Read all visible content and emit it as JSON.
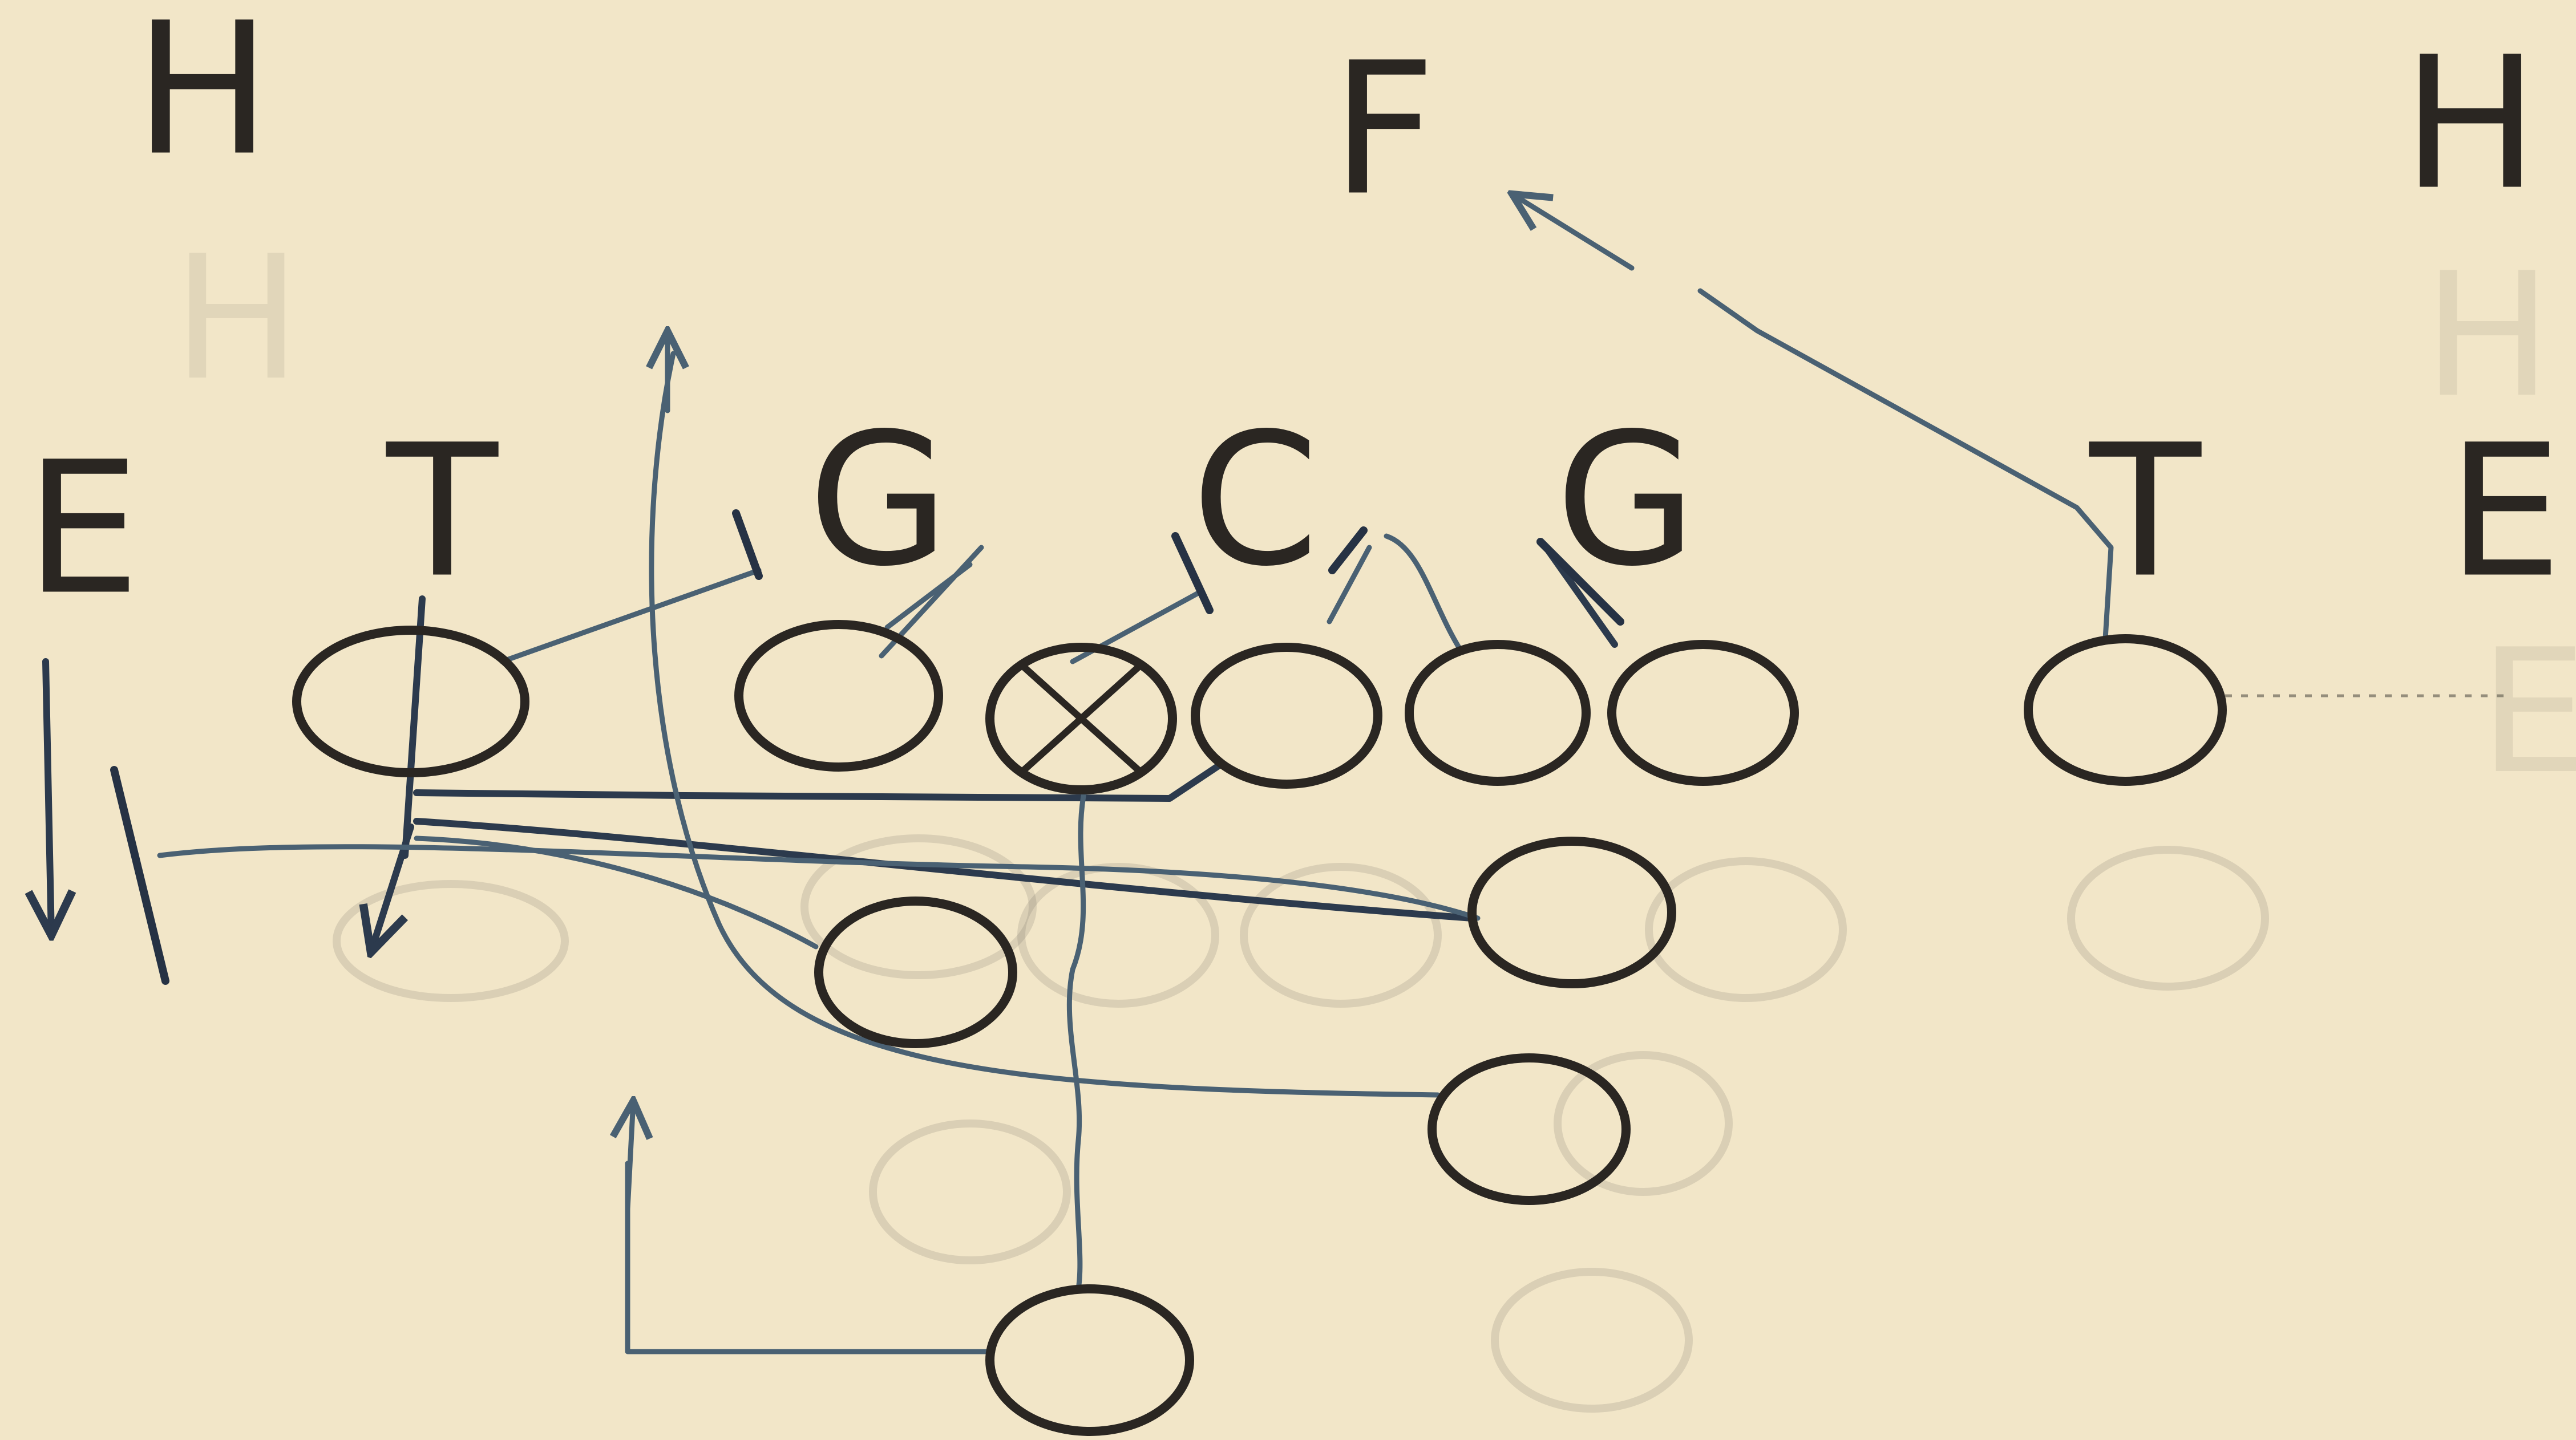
{
  "labels": {
    "defense_left_h": "H",
    "defense_f": "F",
    "defense_right_h": "H",
    "defense_left_e": "E",
    "defense_left_t": "T",
    "defense_left_g": "G",
    "defense_c": "C",
    "defense_right_g": "G",
    "defense_right_t": "T",
    "defense_right_e": "E"
  },
  "colors": {
    "paper": "#f2e6c8",
    "ink": "#2a2622",
    "route_ink": "#4a6173"
  }
}
